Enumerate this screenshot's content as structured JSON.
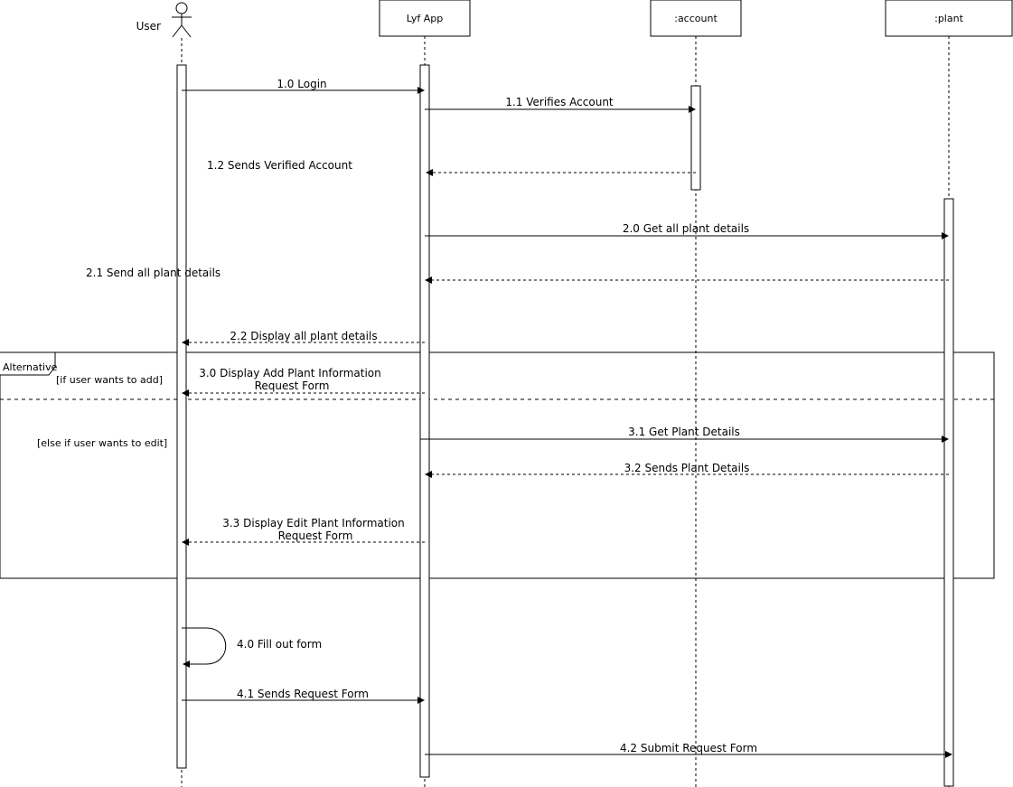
{
  "participants": {
    "user": {
      "label": "User"
    },
    "app": {
      "label": "Lyf App"
    },
    "account": {
      "label": ":account"
    },
    "plant": {
      "label": ":plant"
    }
  },
  "messages": {
    "m1_0": "1.0 Login",
    "m1_1": "1.1 Verifies Account",
    "m1_2": "1.2 Sends Verified Account",
    "m2_0": "2.0 Get all plant details",
    "m2_1": "2.1 Send all plant details",
    "m2_2": "2.2 Display all plant details",
    "m3_0_line1": "3.0 Display Add Plant Information",
    "m3_0_line2": "Request Form",
    "m3_1": "3.1 Get Plant Details",
    "m3_2": "3.2 Sends Plant Details",
    "m3_3_line1": "3.3 Display Edit Plant Information",
    "m3_3_line2": "Request Form",
    "m4_0": "4.0 Fill out form",
    "m4_1": "4.1 Sends Request Form",
    "m4_2": "4.2 Submit Request Form"
  },
  "fragment": {
    "operator": "Alternative",
    "guard_add": "[if user wants to add]",
    "guard_edit": "[else if user wants to edit]"
  }
}
